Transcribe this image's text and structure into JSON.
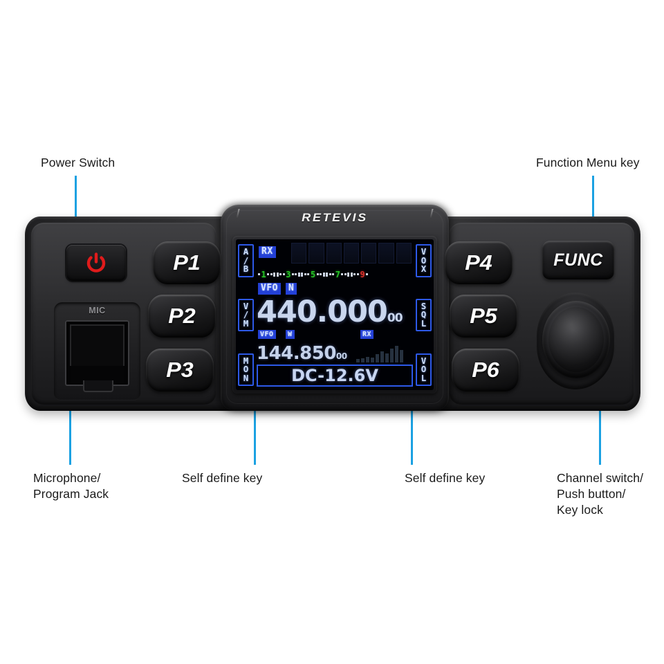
{
  "product": {
    "brand": "RETEVIS"
  },
  "callouts": [
    {
      "id": "power-switch",
      "label": "Power Switch"
    },
    {
      "id": "function-menu",
      "label": "Function Menu key"
    },
    {
      "id": "microphone",
      "label": "Microphone/\nProgram  Jack"
    },
    {
      "id": "self-define-left",
      "label": "Self define key"
    },
    {
      "id": "self-define-right",
      "label": "Self define key"
    },
    {
      "id": "channel-switch",
      "label": "Channel switch/\nPush button/\nKey lock"
    }
  ],
  "buttons": {
    "power_icon": "power-icon",
    "mic_label": "MIC",
    "func": "FUNC",
    "p1": "P1",
    "p2": "P2",
    "p3": "P3",
    "p4": "P4",
    "p5": "P5",
    "p6": "P6"
  },
  "lcd": {
    "left_keys": [
      "A/B",
      "V/M",
      "MON"
    ],
    "right_keys": [
      "VOX",
      "SQL",
      "VOL"
    ],
    "status_rx": "RX",
    "smeter": {
      "labels": [
        "1",
        "3",
        "5",
        "7",
        "9"
      ],
      "label_colors": [
        "#27c427",
        "#27c427",
        "#27c427",
        "#27c427",
        "#d8312a"
      ]
    },
    "vfo_a": {
      "mode_badge": "VFO",
      "width_badge": "N",
      "frequency": "440.000",
      "frequency_decimals": "00"
    },
    "vfo_b": {
      "mode_badge": "VFO",
      "width_badge": "W",
      "status_badge": "RX",
      "frequency": "144.850",
      "frequency_decimals": "00"
    },
    "voltage": "DC-12.6V"
  },
  "colors": {
    "callout_blue": "#1ba1e2",
    "lcd_blue": "#2d59e8",
    "lcd_text": "#c9d6ee",
    "power_red": "#e01b1b",
    "smeter_green": "#27c427",
    "smeter_red": "#d8312a"
  }
}
